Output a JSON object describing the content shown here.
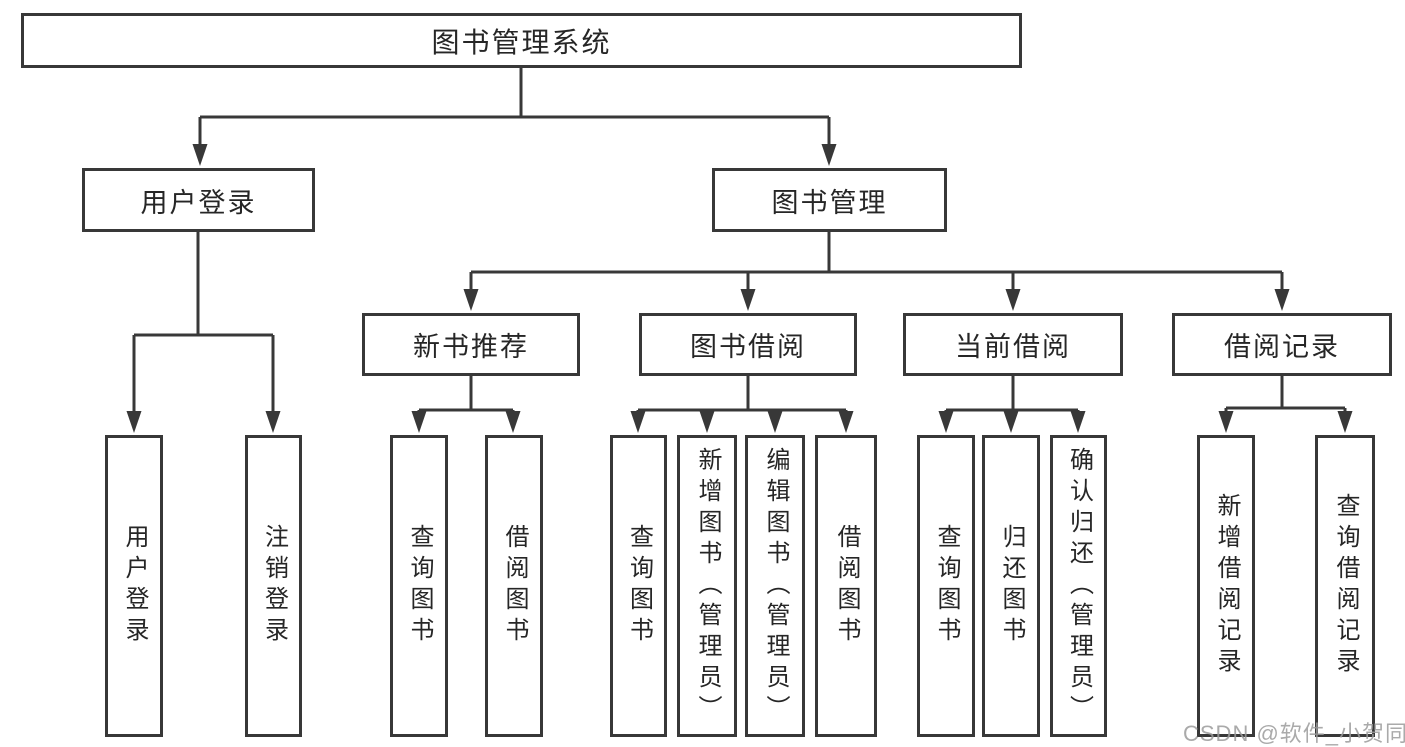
{
  "diagram": {
    "root": {
      "label": "图书管理系统",
      "children": [
        {
          "label": "用户登录",
          "children": [
            {
              "label": "用户登录"
            },
            {
              "label": "注销登录"
            }
          ]
        },
        {
          "label": "图书管理",
          "children": [
            {
              "label": "新书推荐",
              "children": [
                {
                  "label": "查询图书"
                },
                {
                  "label": "借阅图书"
                }
              ]
            },
            {
              "label": "图书借阅",
              "children": [
                {
                  "label": "查询图书"
                },
                {
                  "label": "新增图书（管理员）"
                },
                {
                  "label": "编辑图书（管理员）"
                },
                {
                  "label": "借阅图书"
                }
              ]
            },
            {
              "label": "当前借阅",
              "children": [
                {
                  "label": "查询图书"
                },
                {
                  "label": "归还图书"
                },
                {
                  "label": "确认归还（管理员）"
                }
              ]
            },
            {
              "label": "借阅记录",
              "children": [
                {
                  "label": "新增借阅记录"
                },
                {
                  "label": "查询借阅记录"
                }
              ]
            }
          ]
        }
      ]
    }
  },
  "watermark": {
    "text": "CSDN @软件_小贺同学"
  },
  "colors": {
    "line": "#383838",
    "text": "#262626",
    "background": "#ffffff",
    "watermark": "#9c9c9c"
  }
}
